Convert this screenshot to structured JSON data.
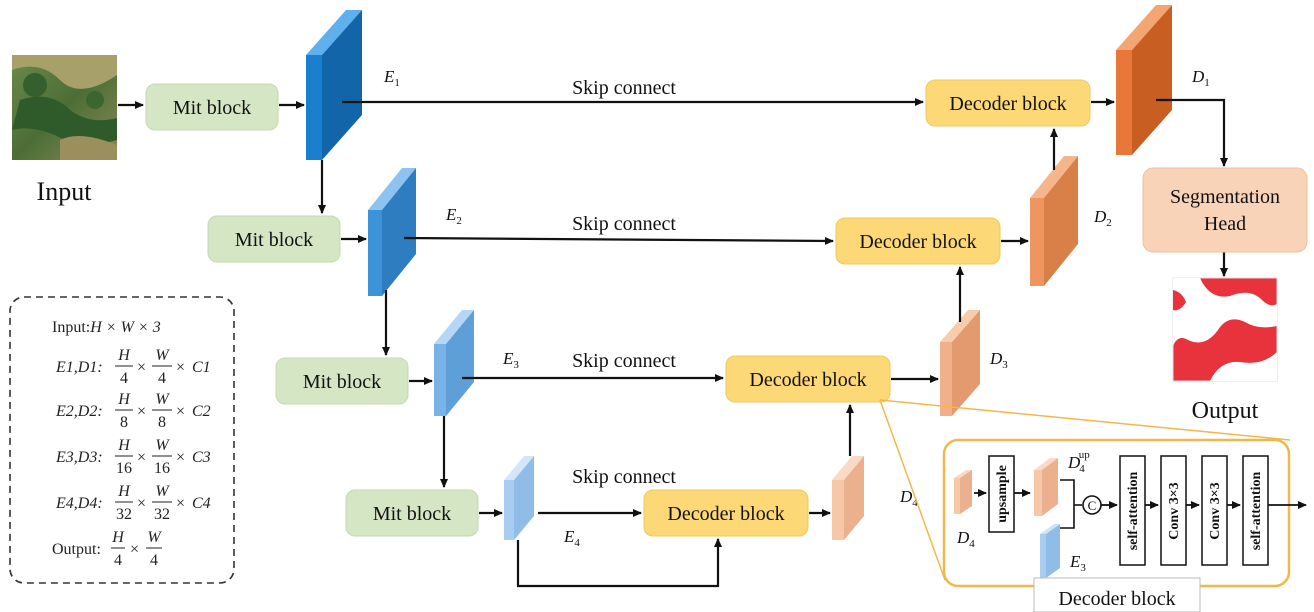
{
  "input_label": "Input",
  "output_label": "Output",
  "mit_block_label": "Mit block",
  "decoder_block_label": "Decoder block",
  "skip_label": "Skip connect",
  "seg_head_line1": "Segmentation",
  "seg_head_line2": "Head",
  "encoders": [
    {
      "main": "E",
      "sub": "1"
    },
    {
      "main": "E",
      "sub": "2"
    },
    {
      "main": "E",
      "sub": "3"
    },
    {
      "main": "E",
      "sub": "4"
    }
  ],
  "decoders": [
    {
      "main": "D",
      "sub": "1"
    },
    {
      "main": "D",
      "sub": "2"
    },
    {
      "main": "D",
      "sub": "3"
    },
    {
      "main": "D",
      "sub": "4"
    }
  ],
  "legend": {
    "input": "Input:",
    "input_expr": "H × W × 3",
    "rows": [
      {
        "label": "E1,D1:",
        "num1": "H",
        "den1": "4",
        "num2": "W",
        "den2": "4",
        "ch": "C1"
      },
      {
        "label": "E2,D2:",
        "num1": "H",
        "den1": "8",
        "num2": "W",
        "den2": "8",
        "ch": "C2"
      },
      {
        "label": "E3,D3:",
        "num1": "H",
        "den1": "16",
        "num2": "W",
        "den2": "16",
        "ch": "C3"
      },
      {
        "label": "E4,D4:",
        "num1": "H",
        "den1": "32",
        "num2": "W",
        "den2": "32",
        "ch": "C4"
      }
    ],
    "output": "Output:",
    "out_num1": "H",
    "out_den1": "4",
    "out_num2": "W",
    "out_den2": "4"
  },
  "detail": {
    "upsample": "upsample",
    "concat": "C",
    "d4_up_main": "D",
    "d4_up_sub": "4",
    "d4_up_sup": "up",
    "ops": [
      "self-attention",
      "Conv 3×3",
      "Conv 3×3",
      "self-attention"
    ],
    "caption": "Decoder block"
  },
  "colors": {
    "mit_fill": "#d5e6c5",
    "decoder_fill": "#fdd877",
    "seg_fill": "#f9d3b8",
    "enc1": "#1a7fcf",
    "enc2": "#3d93d8",
    "enc3": "#78b2e6",
    "enc4": "#a9cdf0",
    "dec1": "#e8783a",
    "dec2": "#ee9560",
    "dec3": "#f2b08a",
    "dec4": "#f6c8a8",
    "detail_border": "#f0b84a",
    "mask_red": "#e8323c"
  }
}
